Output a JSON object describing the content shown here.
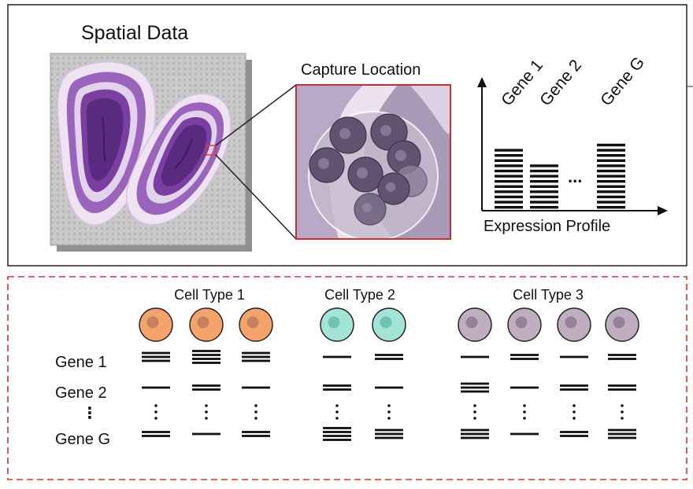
{
  "top_panel": {
    "spatial_title": "Spatial Data",
    "capture_title": "Capture Location",
    "gene_labels": [
      "Gene 1",
      "Gene 2",
      "Gene G"
    ],
    "ellipsis": "...",
    "axis_title": "Expression Profile",
    "bar_values": [
      12,
      9,
      13
    ]
  },
  "bottom_panel": {
    "gene_rows": [
      "Gene 1",
      "Gene 2",
      "⋮",
      "Gene G"
    ],
    "cell_types": [
      {
        "label": "Cell Type 1",
        "color": "#f4a36b",
        "nucleus": "#c8815c",
        "cells": [
          {
            "g1": 3,
            "g2": 1,
            "gG": 2
          },
          {
            "g1": 4,
            "g2": 2,
            "gG": 1
          },
          {
            "g1": 3,
            "g2": 1,
            "gG": 2
          }
        ]
      },
      {
        "label": "Cell Type 2",
        "color": "#a4e4d6",
        "nucleus": "#72c2b0",
        "cells": [
          {
            "g1": 1,
            "g2": 2,
            "gG": 4
          },
          {
            "g1": 2,
            "g2": 1,
            "gG": 3
          }
        ]
      },
      {
        "label": "Cell Type 3",
        "color": "#bfaebf",
        "nucleus": "#94829a",
        "cells": [
          {
            "g1": 1,
            "g2": 3,
            "gG": 3
          },
          {
            "g1": 2,
            "g2": 1,
            "gG": 1
          },
          {
            "g1": 1,
            "g2": 2,
            "gG": 2
          },
          {
            "g1": 2,
            "g2": 2,
            "gG": 3
          }
        ]
      }
    ]
  },
  "colors": {
    "tissue_dark": "#5a2a80",
    "tissue_mid": "#8e5bb0",
    "tissue_light": "#d8c4e6",
    "capture_border": "#c43030",
    "capture_cell": "#615270",
    "dashed_border": "#e03030"
  }
}
